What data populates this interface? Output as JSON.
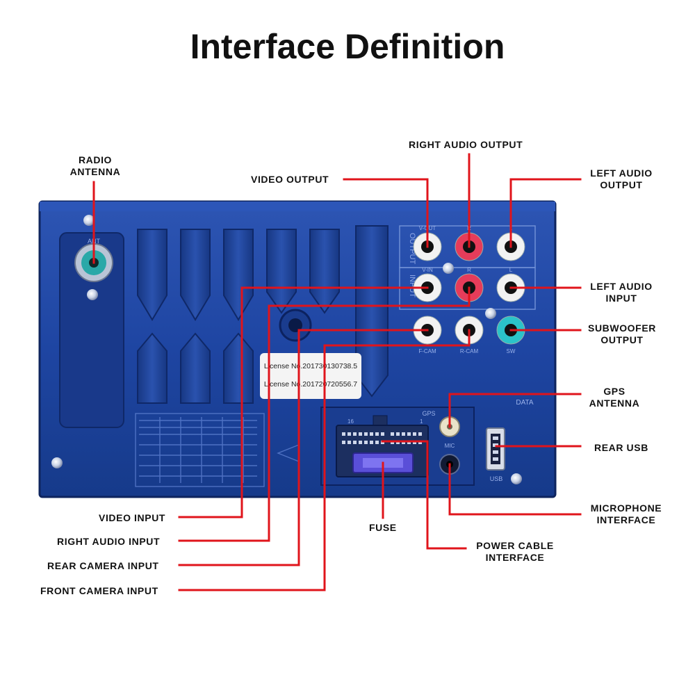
{
  "title": "Interface Definition",
  "labels": {
    "radio_antenna": [
      "RADIO",
      "ANTENNA"
    ],
    "video_output": "VIDEO OUTPUT",
    "right_audio_output": "RIGHT AUDIO OUTPUT",
    "left_audio_output": [
      "LEFT AUDIO",
      "OUTPUT"
    ],
    "left_audio_input": [
      "LEFT AUDIO",
      "INPUT"
    ],
    "subwoofer_output": [
      "SUBWOOFER",
      "OUTPUT"
    ],
    "gps_antenna": [
      "GPS",
      "ANTENNA"
    ],
    "rear_usb": "REAR USB",
    "microphone_interface": [
      "MICROPHONE",
      "INTERFACE"
    ],
    "power_cable_interface": [
      "POWER CABLE",
      "INTERFACE"
    ],
    "fuse": "FUSE",
    "video_input": "VIDEO INPUT",
    "right_audio_input": "RIGHT AUDIO INPUT",
    "rear_camera_input": "REAR CAMERA INPUT",
    "front_camera_input": "FRONT CAMERA INPUT"
  },
  "sticker": {
    "line1": "License No.201730130738.5",
    "line2": "License No.201720720556.7"
  },
  "panel_text": {
    "ant": "ANT",
    "output": "OUTPUT",
    "input": "INPUT",
    "v_out": "V-OUT",
    "r": "R",
    "l": "L",
    "v_in": "V-IN",
    "f_cam": "F-CAM",
    "r_cam": "R-CAM",
    "sw": "SW",
    "gps": "GPS",
    "data": "DATA",
    "usb": "USB",
    "mic": "MIC",
    "pin_16": "16",
    "pin_1": "1"
  },
  "colors": {
    "panel": "#1d3f94",
    "panel_edge": "#0e245e",
    "leader": "#e0141b",
    "jack_white": "#f2f2f2",
    "jack_red": "#e63c5a",
    "jack_teal": "#2bc3c9",
    "fuse": "#5a4fd8"
  }
}
